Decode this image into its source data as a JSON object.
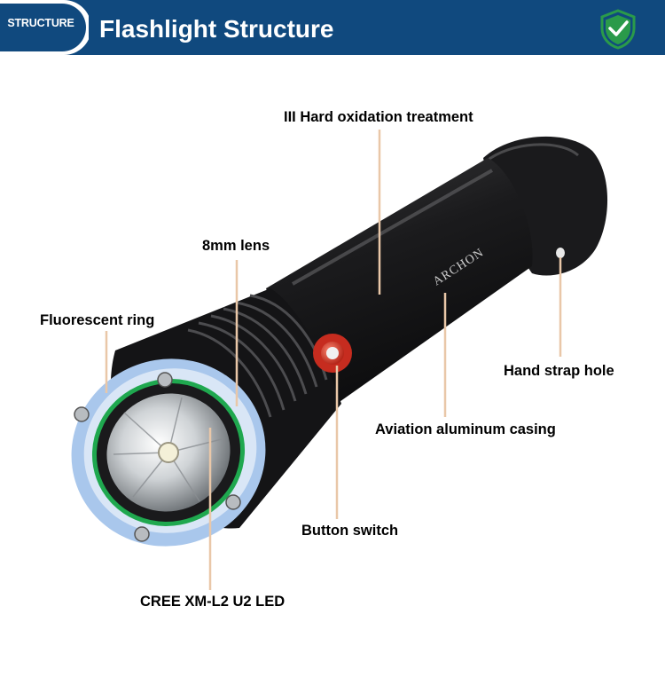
{
  "header": {
    "badge": "STRUCTURE",
    "title": "Flashlight Structure",
    "brand_color": "#10497e",
    "badge_icon": "shield-check-icon"
  },
  "flashlight": {
    "engraving": "ARCHON",
    "body_color": "#1c1c1e",
    "fluorescent_ring_color": "#1fa84f",
    "lens_ring_color": "#a9c7ec",
    "button_color": "#d63a2c"
  },
  "labels": {
    "oxidation": "III Hard oxidation treatment",
    "lens": "8mm lens",
    "fluorescent_ring": "Fluorescent ring",
    "strap_hole": "Hand strap hole",
    "casing": "Aviation aluminum casing",
    "button": "Button switch",
    "led": "CREE XM-L2 U2 LED"
  },
  "leader_line_color": "#e9c7a8"
}
